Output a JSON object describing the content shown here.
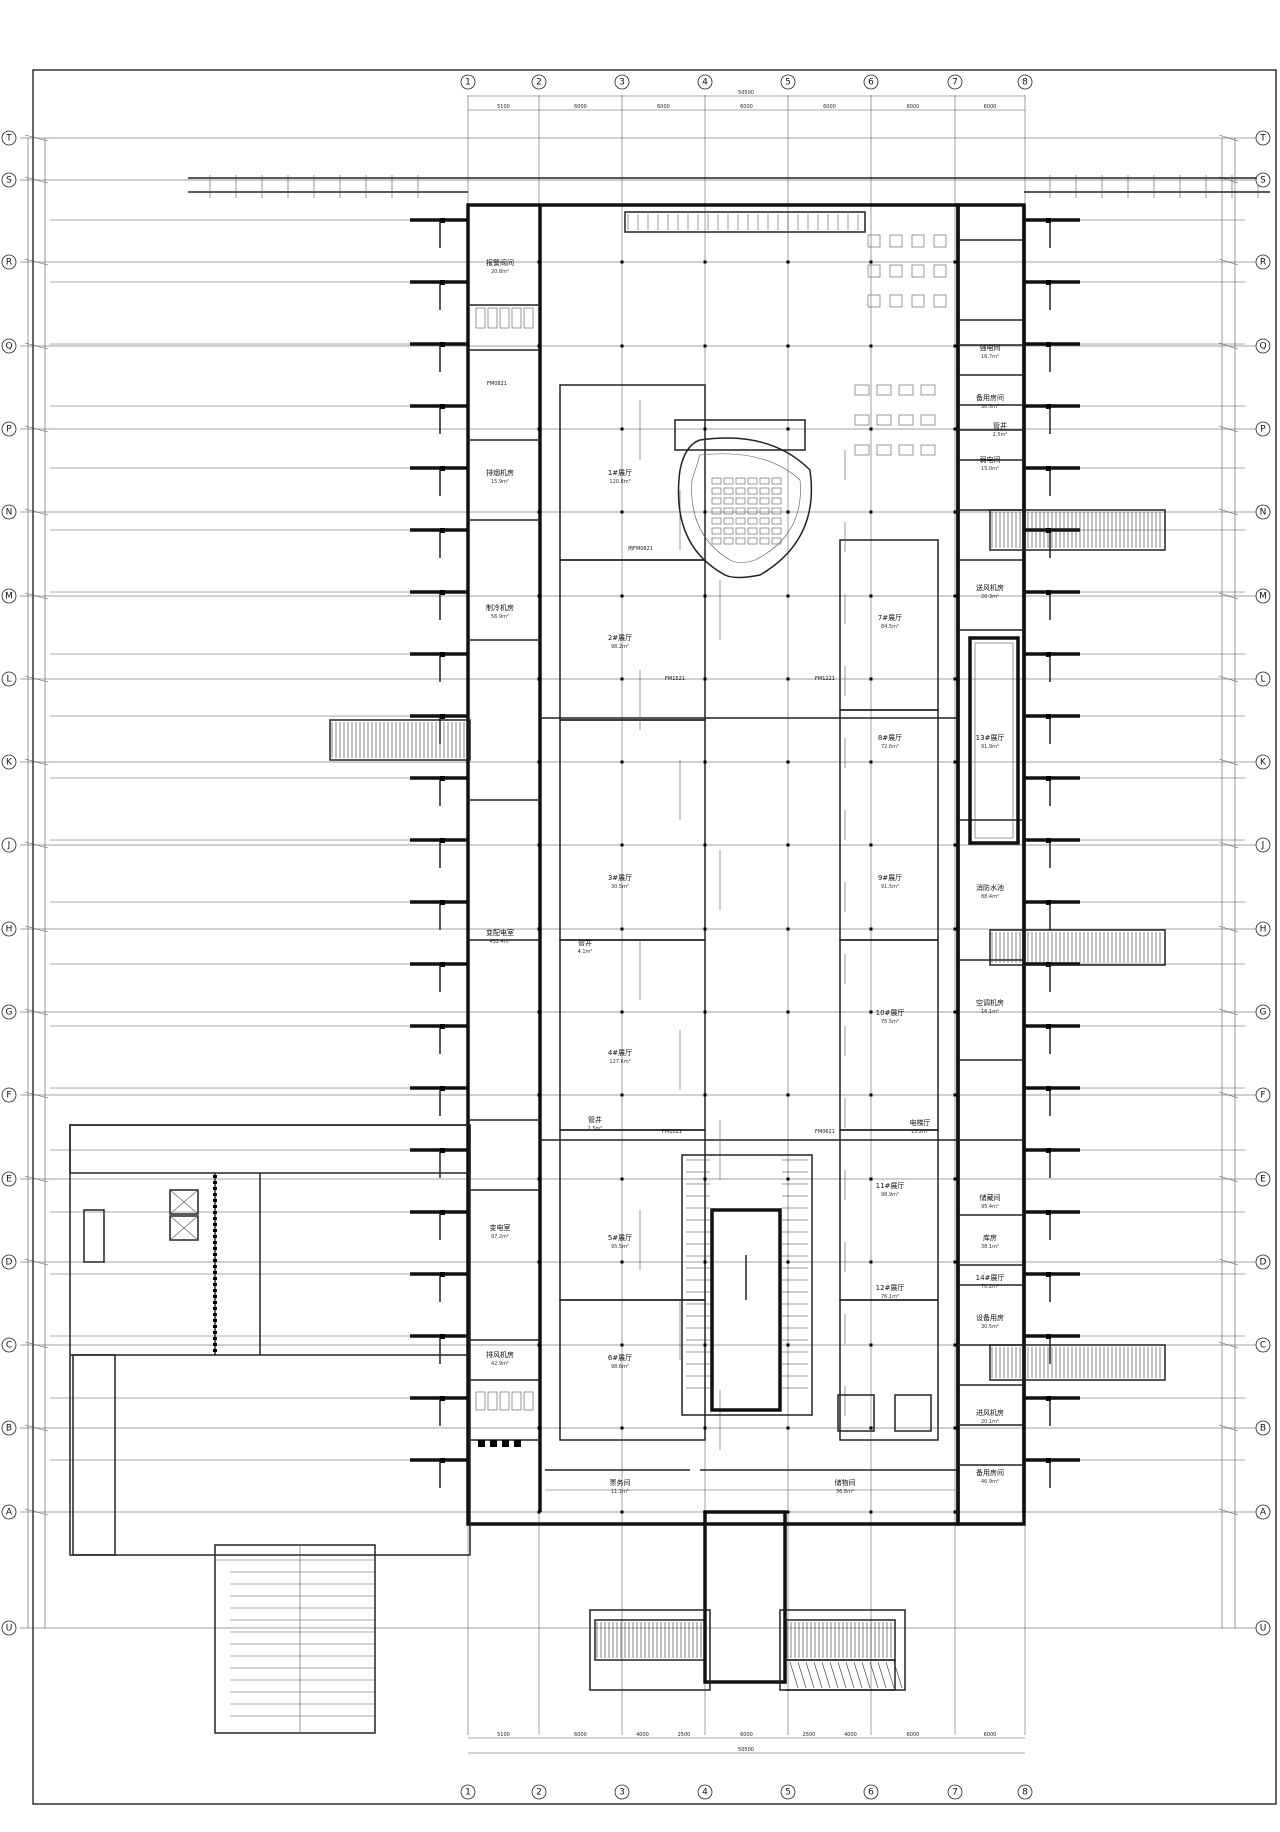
{
  "plan": {
    "grid_x": [
      "1",
      "2",
      "3",
      "4",
      "5",
      "6",
      "7",
      "8"
    ],
    "grid_y": [
      "T",
      "S",
      "R",
      "Q",
      "P",
      "N",
      "M",
      "L",
      "K",
      "J",
      "H",
      "G",
      "F",
      "E",
      "D",
      "C",
      "B",
      "A",
      "U"
    ],
    "overall_dim": "50500",
    "bottom_overall_dim": "50500",
    "top_dims": [
      "5100",
      "6000",
      "6000",
      "6000",
      "6000",
      "6000",
      "6000",
      "6000"
    ],
    "bottom_dims": [
      "5100",
      "6000",
      "4000",
      "2500",
      "6000",
      "2500",
      "4000",
      "6000",
      "6000"
    ],
    "rooms": [
      {
        "name": "报警阀间",
        "area": "20.8m²"
      },
      {
        "name": "排烟机房",
        "area": "15.9m²"
      },
      {
        "name": "制冷机房",
        "area": "56.9m²"
      },
      {
        "name": "变配电室",
        "area": "452.4m²"
      },
      {
        "name": "变电室",
        "area": "97.2m²"
      },
      {
        "name": "排风机房",
        "area": "42.9m²"
      },
      {
        "name": "1#展厅",
        "area": "120.8m²"
      },
      {
        "name": "2#展厅",
        "area": "98.2m²"
      },
      {
        "name": "3#展厅",
        "area": "30.5m²"
      },
      {
        "name": "4#展厅",
        "area": "127.6m²"
      },
      {
        "name": "5#展厅",
        "area": "95.5m²"
      },
      {
        "name": "6#展厅",
        "area": "98.6m²"
      },
      {
        "name": "7#展厅",
        "area": "84.5m²"
      },
      {
        "name": "8#展厅",
        "area": "72.6m²"
      },
      {
        "name": "9#展厅",
        "area": "91.5m²"
      },
      {
        "name": "10#展厅",
        "area": "75.5m²"
      },
      {
        "name": "11#展厅",
        "area": "98.9m²"
      },
      {
        "name": "12#展厅",
        "area": "76.1m²"
      },
      {
        "name": "13#展厅",
        "area": "91.9m²"
      },
      {
        "name": "14#展厅",
        "area": "70.2m²"
      },
      {
        "name": "消防水池",
        "area": "88.4m²"
      },
      {
        "name": "储藏间",
        "area": "95.4m²"
      },
      {
        "name": "库房",
        "area": "38.1m²"
      },
      {
        "name": "设备用房",
        "area": "30.5m²"
      },
      {
        "name": "备用房间",
        "area": "30.5m²"
      },
      {
        "name": "强电间",
        "area": "16.7m²"
      },
      {
        "name": "弱电间",
        "area": "15.0m²"
      },
      {
        "name": "送风机房",
        "area": "20.3m²"
      },
      {
        "name": "空调机房",
        "area": "16.1m²"
      },
      {
        "name": "进风机房",
        "area": "20.1m²"
      },
      {
        "name": "备用房间",
        "area": "46.9m²"
      },
      {
        "name": "票务间",
        "area": "11.1m²"
      },
      {
        "name": "储物间",
        "area": "36.8m²"
      },
      {
        "name": "电梯厅",
        "area": "15.2m²"
      },
      {
        "name": "管井",
        "area": "4.1m²"
      },
      {
        "name": "管井",
        "area": "2.5m²"
      },
      {
        "name": "管井",
        "area": "2.5m²"
      }
    ],
    "door_tags": [
      "丙FM0821",
      "FM0821",
      "FM1521",
      "FM1221",
      "FM1021",
      "FM0621"
    ]
  }
}
